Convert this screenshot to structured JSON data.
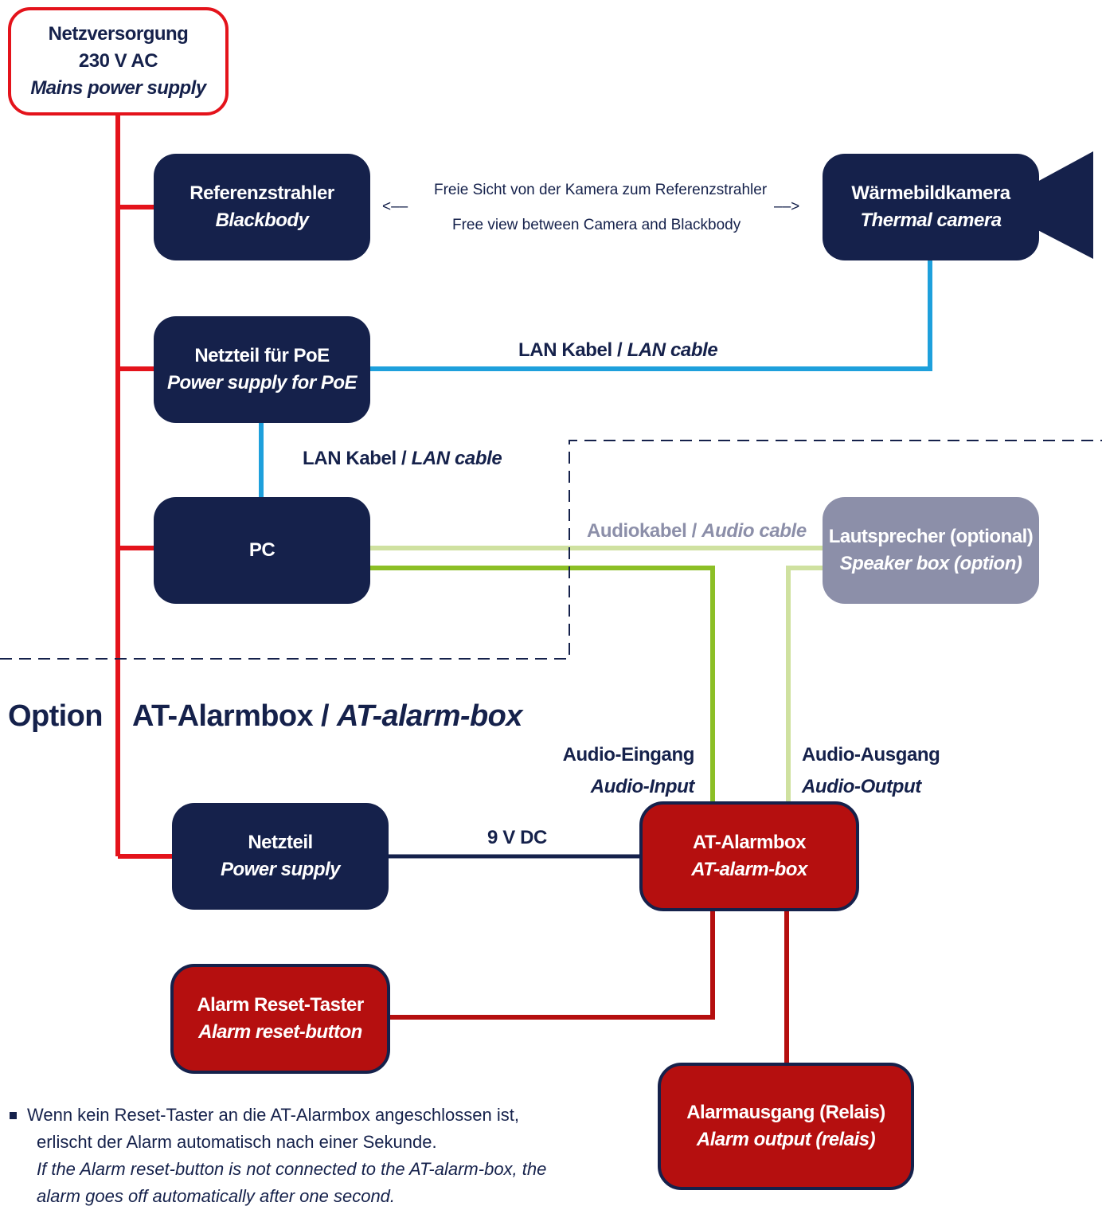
{
  "colors": {
    "navy": "#15214b",
    "power_line": "#e4131b",
    "lan_line": "#1ea0dc",
    "audio_in_line": "#8cbf26",
    "audio_out_line": "#cfe1a0",
    "alarm_red": "#b50f0f",
    "speaker_grey": "#8c8fa9"
  },
  "mains": {
    "line1": "Netzversorgung",
    "line2": "230 V AC",
    "line3": "Mains power supply"
  },
  "blackbody": {
    "de": "Referenzstrahler",
    "en": "Blackbody"
  },
  "camera": {
    "de": "Wärmebildkamera",
    "en": "Thermal camera"
  },
  "view": {
    "arrow_left": "<––",
    "arrow_right": "––>",
    "line1": "Freie Sicht von der Kamera zum Referenzstrahler",
    "line2": "Free view between Camera and Blackbody"
  },
  "poe": {
    "de": "Netzteil für PoE",
    "en": "Power supply for PoE"
  },
  "lan_top": {
    "de": "LAN Kabel / ",
    "en": "LAN cable"
  },
  "lan_left": {
    "de": "LAN Kabel / ",
    "en": "LAN cable"
  },
  "pc": {
    "label": "PC"
  },
  "audio_cable": {
    "de": "Audiokabel / ",
    "en": "Audio cable"
  },
  "speaker": {
    "de": "Lautsprecher (optional)",
    "en": "Speaker box (option)"
  },
  "option_heading": {
    "option": "Option",
    "de": "AT-Alarmbox / ",
    "en": "AT-alarm-box"
  },
  "audio_input": {
    "de": "Audio-Eingang",
    "en": "Audio-Input"
  },
  "audio_output": {
    "de": "Audio-Ausgang",
    "en": "Audio-Output"
  },
  "power_supply": {
    "de": "Netzteil",
    "en": "Power supply"
  },
  "dc": {
    "label": "9 V DC"
  },
  "alarmbox": {
    "de": "AT-Alarmbox",
    "en": "AT-alarm-box"
  },
  "reset": {
    "de": "Alarm Reset-Taster",
    "en": "Alarm reset-button"
  },
  "relay": {
    "de": "Alarmausgang (Relais)",
    "en": "Alarm output (relais)"
  },
  "note": {
    "de1": "Wenn kein Reset-Taster an die AT-Alarmbox angeschlossen ist,",
    "de2": "erlischt der Alarm automatisch nach einer Sekunde.",
    "en1": "If the Alarm reset-button is not connected to the AT-alarm-box, the",
    "en2": "alarm goes off automatically after one second."
  }
}
